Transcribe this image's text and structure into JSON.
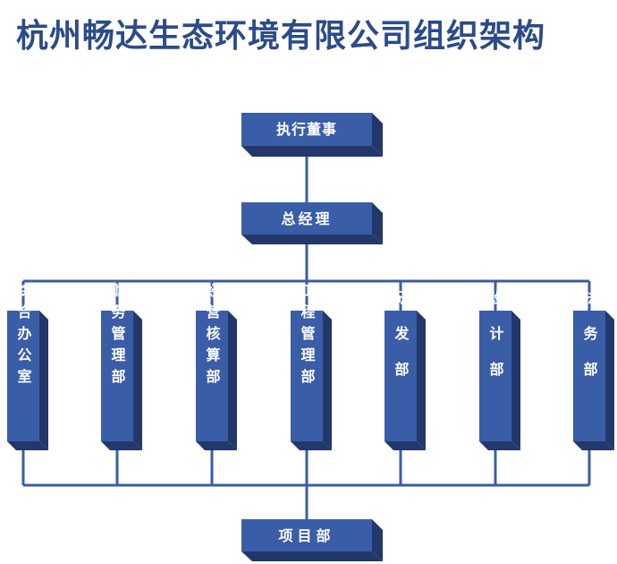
{
  "title": "杭州畅达生态环境有限公司组织架构",
  "colors": {
    "box_front": "#3a5da8",
    "box_side": "#22386b",
    "box_top": "#6f8cc8",
    "line": "#3a5da8",
    "title": "#2b4b8a"
  },
  "nodes": {
    "executive_director": "执行董事",
    "general_manager": "总经理",
    "project_department": "项目部",
    "departments": [
      "综合办公室",
      "财务管理部",
      "经营核算部",
      "工程管理部",
      "研发部",
      "设计部",
      "法务部"
    ]
  }
}
